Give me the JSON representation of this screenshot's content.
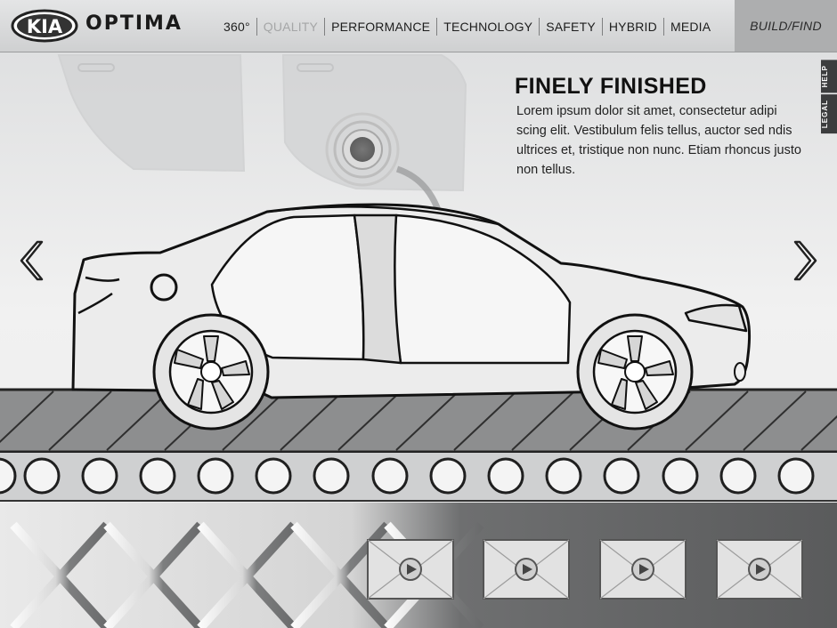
{
  "brand": {
    "logo_text": "KIA",
    "model": "OPTIMA"
  },
  "nav": {
    "items": [
      {
        "label": "360°",
        "active": false
      },
      {
        "label": "QUALITY",
        "active": true
      },
      {
        "label": "PERFORMANCE",
        "active": false
      },
      {
        "label": "TECHNOLOGY",
        "active": false
      },
      {
        "label": "SAFETY",
        "active": false
      },
      {
        "label": "HYBRID",
        "active": false
      },
      {
        "label": "MEDIA",
        "active": false
      }
    ],
    "build_find": "BUILD/FIND"
  },
  "side_tabs": {
    "help": "HELP",
    "legal": "LEGAL"
  },
  "feature": {
    "title": "FINELY FINISHED",
    "body": "Lorem ipsum dolor sit amet, consectetur adipi scing elit. Vestibulum felis tellus, auctor sed ndis ultrices et, tristique non nunc. Etiam rhoncus justo non tellus."
  },
  "controls": {
    "prev_icon": "chevron-left-icon",
    "next_icon": "chevron-right-icon"
  },
  "videos": [
    {
      "icon": "play-icon"
    },
    {
      "icon": "play-icon"
    },
    {
      "icon": "play-icon"
    },
    {
      "icon": "play-icon"
    }
  ],
  "colors": {
    "nav_bg": "#d6d7d8",
    "build_bg": "#adaeaf",
    "active_nav": "#a5a6a7",
    "belt": "#8d8e8f"
  }
}
